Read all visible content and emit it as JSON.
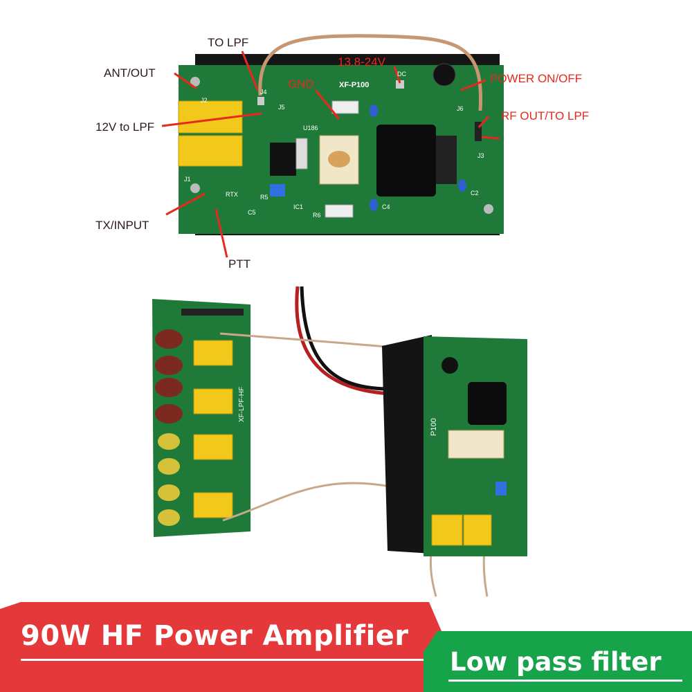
{
  "photo_top": {
    "labels": {
      "ant_out": "ANT/OUT",
      "to_lpf": "TO LPF",
      "voltage": "13.8-24V",
      "gnd": "GND",
      "power_on_off": "POWER ON/OFF",
      "rf_out_to_lpf": "RF OUT/TO LPF",
      "v12_to_lpf": "12V to LPF",
      "tx_input": "TX/INPUT",
      "ptt": "PTT"
    },
    "board_markings": {
      "model": "XF-P100",
      "dc": "DC",
      "u186": "U186",
      "j1": "J1",
      "j2": "J2",
      "j3": "J3",
      "j4": "J4",
      "j5": "J5",
      "j6": "J6",
      "rtx": "RTX",
      "r5": "R5",
      "r6": "R6",
      "c2": "C2",
      "c4": "C4",
      "c5": "C5",
      "ic1": "IC1"
    }
  },
  "photo_bottom": {
    "lpf_board_marking": "XF-LPF-HF",
    "amp_board_marking": "P100"
  },
  "banner": {
    "title": "90W HF Power Amplifier",
    "subtitle": "Low pass filter"
  },
  "colors": {
    "banner_red": "#e5383a",
    "banner_green": "#17a34a",
    "annotation_red": "#e8281e",
    "pcb_green": "#1f7a3a"
  }
}
